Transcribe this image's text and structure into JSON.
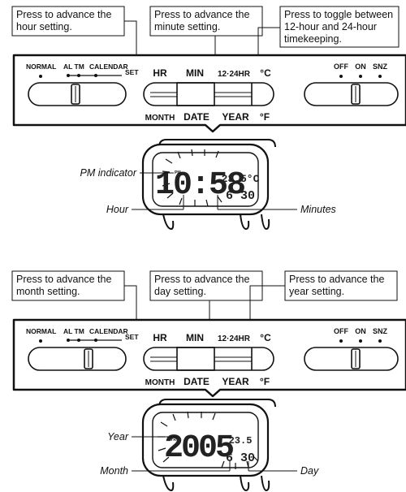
{
  "top": {
    "callouts": [
      {
        "line1": "Press to advance the",
        "line2": "hour setting.",
        "line3": ""
      },
      {
        "line1": "Press to advance the",
        "line2": "minute setting.",
        "line3": ""
      },
      {
        "line1": "Press to toggle between",
        "line2": "12-hour and 24-hour",
        "line3": "timekeeping."
      }
    ],
    "panel": {
      "mode_labels": [
        "NORMAL",
        "AL TM",
        "CALENDAR",
        "SET"
      ],
      "button_labels_top": [
        "HR",
        "MIN",
        "12·24HR",
        "°C"
      ],
      "button_labels_bottom": [
        "MONTH",
        "DATE",
        "YEAR",
        "°F"
      ],
      "alarm_labels": [
        "OFF",
        "ON",
        "SNZ"
      ]
    },
    "clock": {
      "time": "10:58",
      "small_top": "23.5°C",
      "small_bottom": "6 30",
      "pm_mark": "PM"
    },
    "annotations": {
      "pm": "PM indicator",
      "hour": "Hour",
      "minutes": "Minutes"
    }
  },
  "bottom": {
    "callouts": [
      {
        "line1": "Press to advance the",
        "line2": "month setting."
      },
      {
        "line1": "Press to advance the",
        "line2": "day setting."
      },
      {
        "line1": "Press to advance the",
        "line2": "year setting."
      }
    ],
    "panel": {
      "mode_labels": [
        "NORMAL",
        "AL TM",
        "CALENDAR",
        "SET"
      ],
      "button_labels_top": [
        "HR",
        "MIN",
        "12·24HR",
        "°C"
      ],
      "button_labels_bottom": [
        "MONTH",
        "DATE",
        "YEAR",
        "°F"
      ],
      "alarm_labels": [
        "OFF",
        "ON",
        "SNZ"
      ]
    },
    "clock": {
      "year": "2005",
      "small_top": "23.5",
      "small_bottom": "6 30",
      "yr_mark": "YR"
    },
    "annotations": {
      "year": "Year",
      "month": "Month",
      "day": "Day"
    }
  }
}
